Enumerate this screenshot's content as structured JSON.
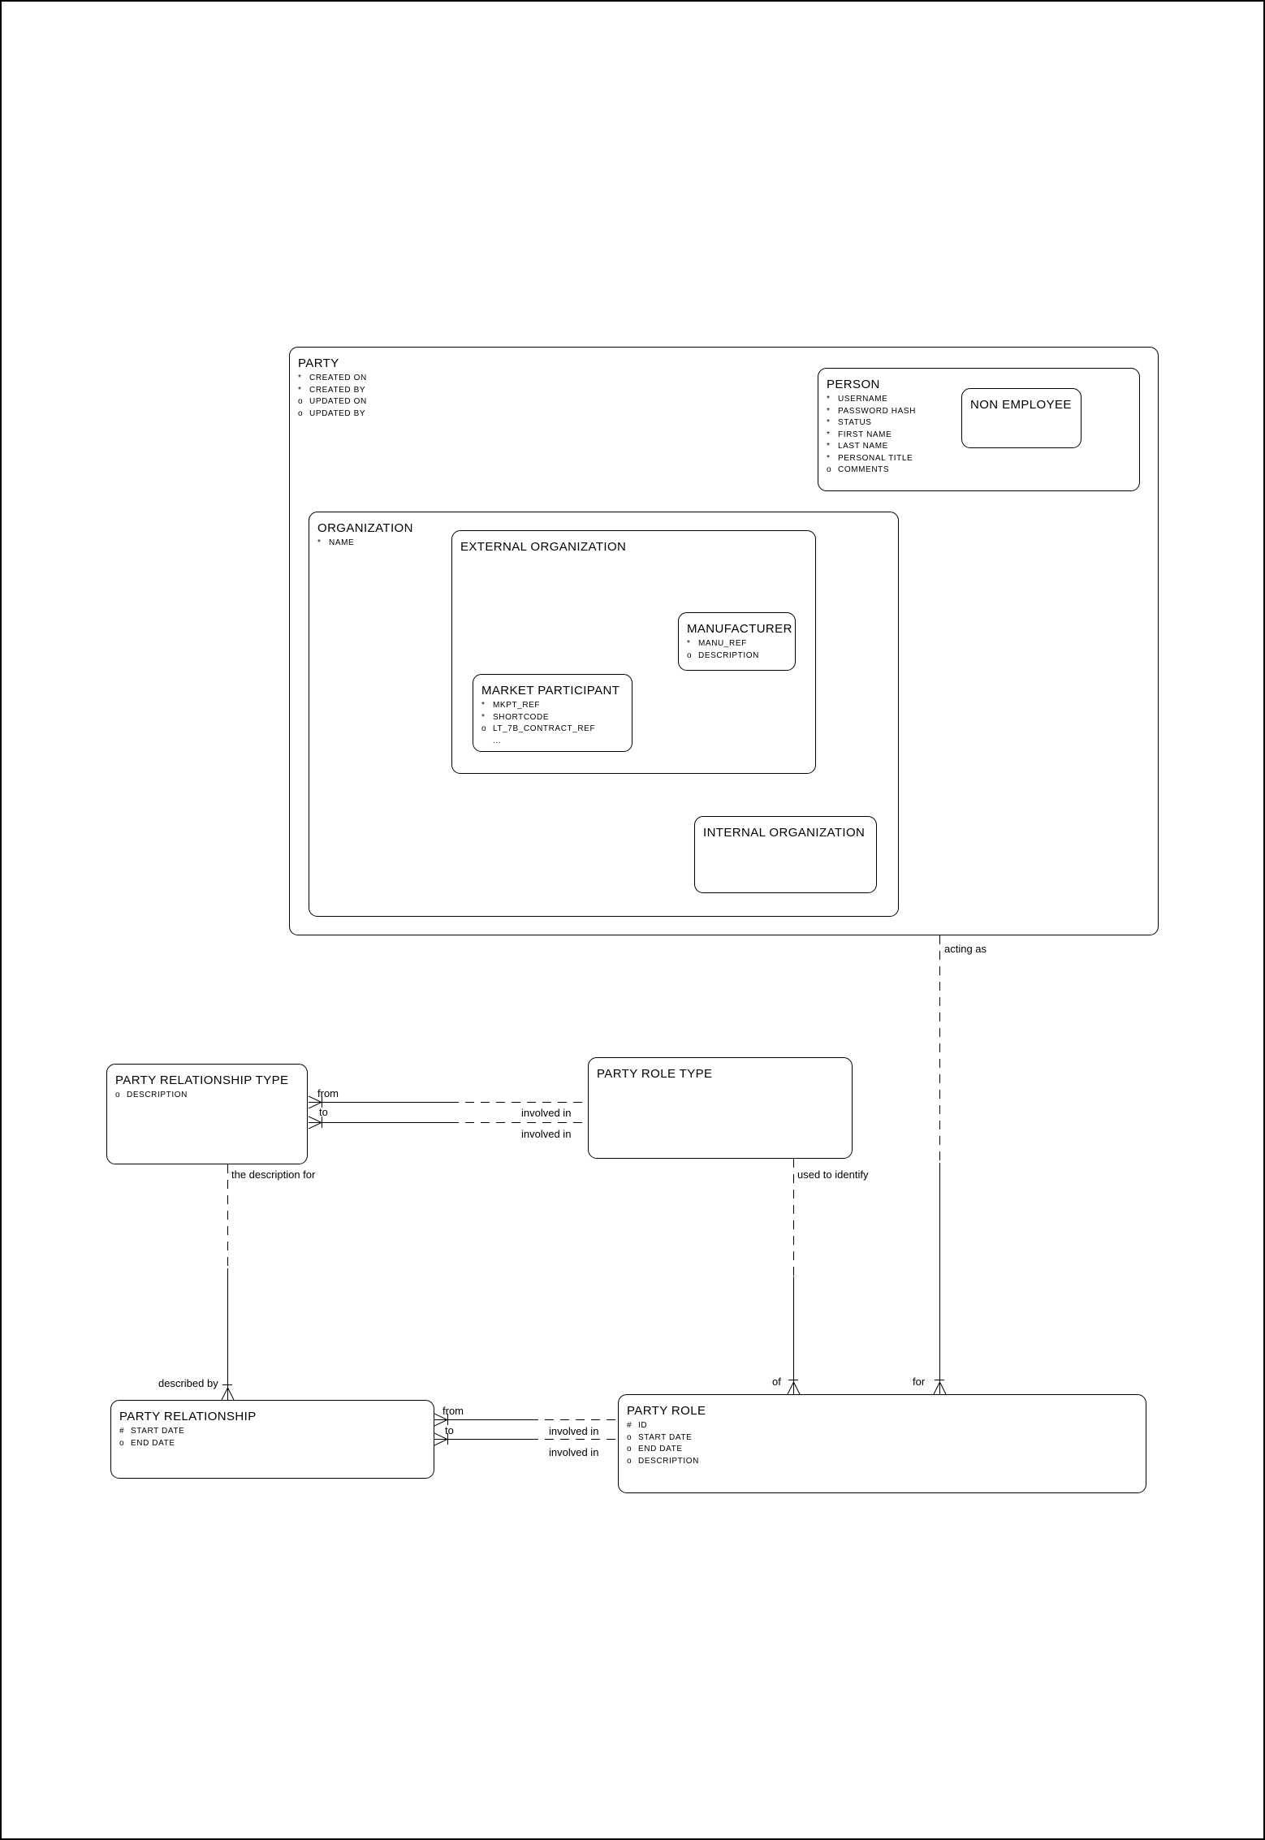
{
  "colors": {
    "ink": "#000000",
    "background": "#ffffff"
  },
  "entities": {
    "party": {
      "title": "PARTY",
      "attrs": [
        {
          "p": "*",
          "n": "CREATED ON"
        },
        {
          "p": "*",
          "n": "CREATED BY"
        },
        {
          "p": "o",
          "n": "UPDATED ON"
        },
        {
          "p": "o",
          "n": "UPDATED BY"
        }
      ]
    },
    "person": {
      "title": "PERSON",
      "attrs": [
        {
          "p": "*",
          "n": "USERNAME"
        },
        {
          "p": "*",
          "n": "PASSWORD HASH"
        },
        {
          "p": "*",
          "n": "STATUS"
        },
        {
          "p": "*",
          "n": "FIRST NAME"
        },
        {
          "p": "*",
          "n": "LAST NAME"
        },
        {
          "p": "*",
          "n": "PERSONAL TITLE"
        },
        {
          "p": "o",
          "n": "COMMENTS"
        }
      ]
    },
    "non_employee": {
      "title": "NON EMPLOYEE",
      "attrs": []
    },
    "organization": {
      "title": "ORGANIZATION",
      "attrs": [
        {
          "p": "*",
          "n": "NAME"
        }
      ]
    },
    "external_organization": {
      "title": "EXTERNAL ORGANIZATION",
      "attrs": []
    },
    "manufacturer": {
      "title": "MANUFACTURER",
      "attrs": [
        {
          "p": "*",
          "n": "MANU_REF"
        },
        {
          "p": "o",
          "n": "DESCRIPTION"
        }
      ]
    },
    "market_participant": {
      "title": "MARKET PARTICIPANT",
      "attrs": [
        {
          "p": "*",
          "n": "MKPT_REF"
        },
        {
          "p": "*",
          "n": "SHORTCODE"
        },
        {
          "p": "o",
          "n": "LT_7B_CONTRACT_REF"
        },
        {
          "p": "",
          "n": "..."
        }
      ]
    },
    "internal_organization": {
      "title": "INTERNAL ORGANIZATION",
      "attrs": []
    },
    "party_relationship_type": {
      "title": "PARTY RELATIONSHIP TYPE",
      "attrs": [
        {
          "p": "o",
          "n": "DESCRIPTION"
        }
      ]
    },
    "party_role_type": {
      "title": "PARTY ROLE TYPE",
      "attrs": []
    },
    "party_relationship": {
      "title": "PARTY RELATIONSHIP",
      "attrs": [
        {
          "p": "#",
          "n": "START DATE"
        },
        {
          "p": "o",
          "n": "END DATE"
        }
      ]
    },
    "party_role": {
      "title": "PARTY ROLE",
      "attrs": [
        {
          "p": "#",
          "n": "ID"
        },
        {
          "p": "o",
          "n": "START DATE"
        },
        {
          "p": "o",
          "n": "END DATE"
        },
        {
          "p": "o",
          "n": "DESCRIPTION"
        }
      ]
    }
  },
  "relationships": {
    "party_acting_as_party_role": {
      "near_party": "acting as",
      "near_party_role": "for"
    },
    "party_role_type_identifies_party_role": {
      "near_type": "used to identify",
      "near_party_role": "of"
    },
    "party_relationship_type_describes_party_relationship": {
      "near_type": "the description for",
      "near_relationship": "described by"
    },
    "type_involvement": {
      "from": "from",
      "to": "to",
      "involved_in_from": "involved in",
      "involved_in_to": "involved in"
    },
    "relationship_involvement": {
      "from": "from",
      "to": "to",
      "involved_in_from": "involved in",
      "involved_in_to": "involved in"
    }
  }
}
